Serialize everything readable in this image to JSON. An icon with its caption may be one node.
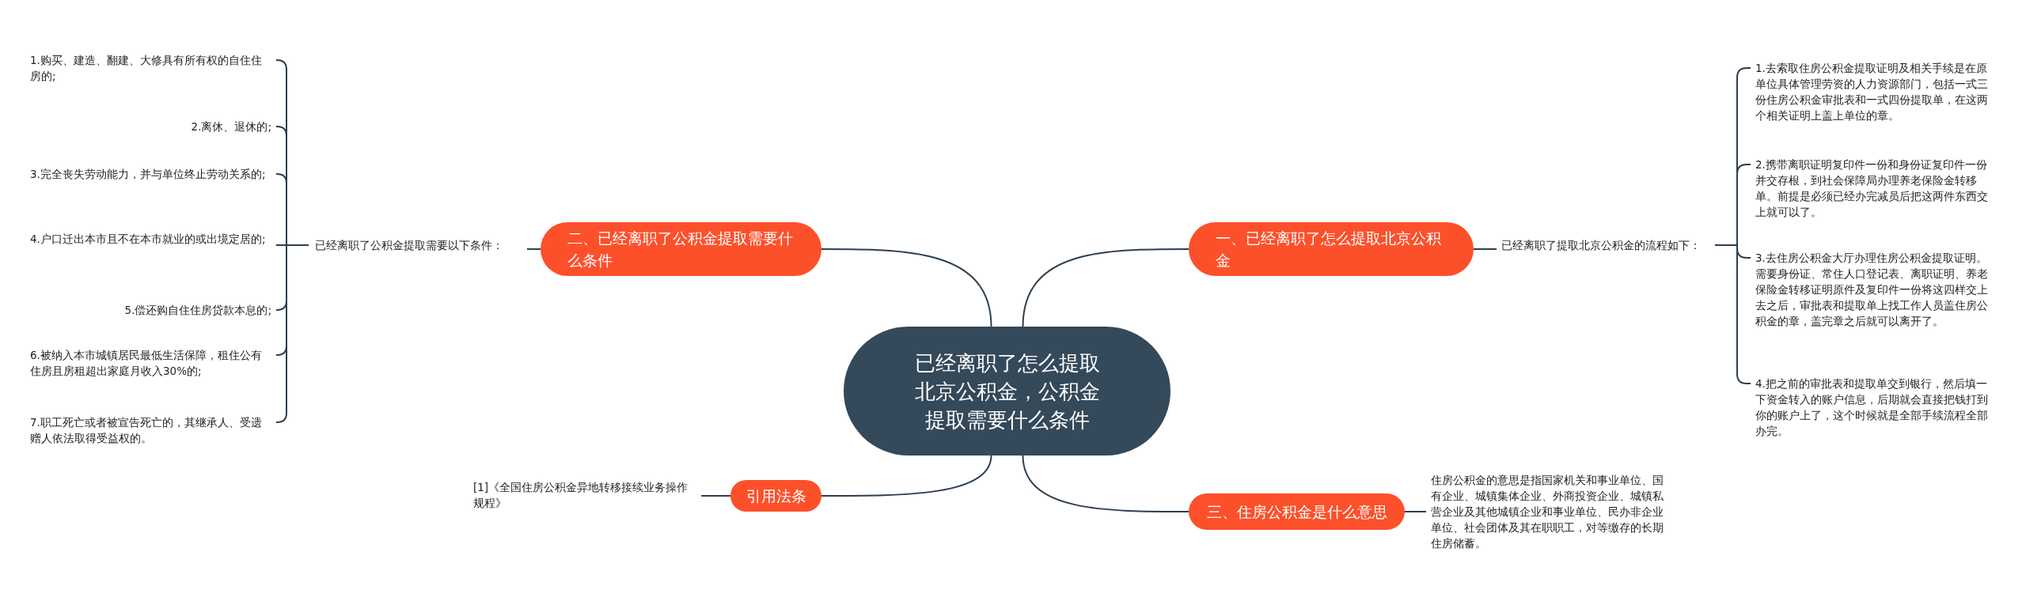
{
  "diagram": {
    "nodes": [
      {
        "text": [
          "已经离职了怎么提取北京公积金，公积金提取需要什么条件"
        ]
      },
      {
        "text": [
          "一、已经离职了怎么提取北京公积金"
        ]
      },
      {
        "text": [
          "已经离职了提取北京公积金的流程如下："
        ]
      },
      {
        "text": [
          "1.去索取住房公积金提取证明及相关手续是在原单位具体管理劳资的人力资源部门，包括一式三份住房公积金审批表和一式四份提取单，在这两个相关证明上盖上单位的章。"
        ]
      },
      {
        "text": [
          "2.携带离职证明复印件一份和身份证复印件一份并交存根，到社会保障局办理养老保险金转移单。前提是必须已经办完减员后把这两件东西交上就可以了。"
        ]
      },
      {
        "text": [
          "3.去住房公积金大厅办理住房公积金提取证明。需要身份证、常住人口登记表、离职证明、养老保险金转移证明原件及复印件一份将这四样交上去之后，审批表和提取单上找工作人员盖住房公积金的章，盖完章之后就可以离开了。"
        ]
      },
      {
        "text": [
          "4.把之前的审批表和提取单交到银行，然后填一下资金转入的账户信息，后期就会直接把钱打到你的账户上了，这个时候就是全部手续流程全部办完。"
        ]
      },
      {
        "text": [
          "二、已经离职了公积金提取需要什么条件"
        ]
      },
      {
        "text": [
          "已经离职了公积金提取需要以下条件："
        ]
      },
      {
        "text": [
          "1.购买、建造、翻建、大修具有所有权的自住住房的;"
        ]
      },
      {
        "text": [
          "2.离休、退休的;"
        ]
      },
      {
        "text": [
          "3.完全丧失劳动能力，并与单位终止劳动关系的;"
        ]
      },
      {
        "text": [
          "4.户口迁出本市且不在本市就业的或出境定居的;"
        ]
      },
      {
        "text": [
          "5.偿还购自住住房贷款本息的;"
        ]
      },
      {
        "text": [
          "6.被纳入本市城镇居民最低生活保障，租住公有住房且房租超出家庭月收入30%的;"
        ]
      },
      {
        "text": [
          "7.职工死亡或者被宣告死亡的，其继承人、受遗赠人依法取得受益权的。"
        ]
      },
      {
        "text": [
          "引用法条"
        ]
      },
      {
        "text": [
          "[1]《全国住房公积金异地转移接续业务操作规程》"
        ]
      },
      {
        "text": [
          "三、住房公积金是什么意思"
        ]
      },
      {
        "text": [
          "住房公积金的意思是指国家机关和事业单位、国有企业、城镇集体企业、外商投资企业、城镇私营企业及其他城镇企业和事业单位、民办非企业单位、社会团体及其在职职工，对等缴存的长期住房储蓄。"
        ]
      }
    ],
    "edges": [
      {
        "from": 0,
        "to": 1,
        "arrow": "none"
      },
      {
        "from": 1,
        "to": 2,
        "arrow": "none"
      },
      {
        "from": 2,
        "to": 3,
        "arrow": "none"
      },
      {
        "from": 2,
        "to": 4,
        "arrow": "none"
      },
      {
        "from": 2,
        "to": 5,
        "arrow": "none"
      },
      {
        "from": 2,
        "to": 6,
        "arrow": "none"
      },
      {
        "from": 0,
        "to": 7,
        "arrow": "none"
      },
      {
        "from": 7,
        "to": 8,
        "arrow": "none"
      },
      {
        "from": 8,
        "to": 9,
        "arrow": "none"
      },
      {
        "from": 8,
        "to": 10,
        "arrow": "none"
      },
      {
        "from": 8,
        "to": 11,
        "arrow": "none"
      },
      {
        "from": 8,
        "to": 12,
        "arrow": "none"
      },
      {
        "from": 8,
        "to": 13,
        "arrow": "none"
      },
      {
        "from": 8,
        "to": 14,
        "arrow": "none"
      },
      {
        "from": 8,
        "to": 15,
        "arrow": "none"
      },
      {
        "from": 0,
        "to": 16,
        "arrow": "none"
      },
      {
        "from": 16,
        "to": 17,
        "arrow": "none"
      },
      {
        "from": 0,
        "to": 18,
        "arrow": "none"
      },
      {
        "from": 18,
        "to": 19,
        "arrow": "none"
      }
    ]
  }
}
